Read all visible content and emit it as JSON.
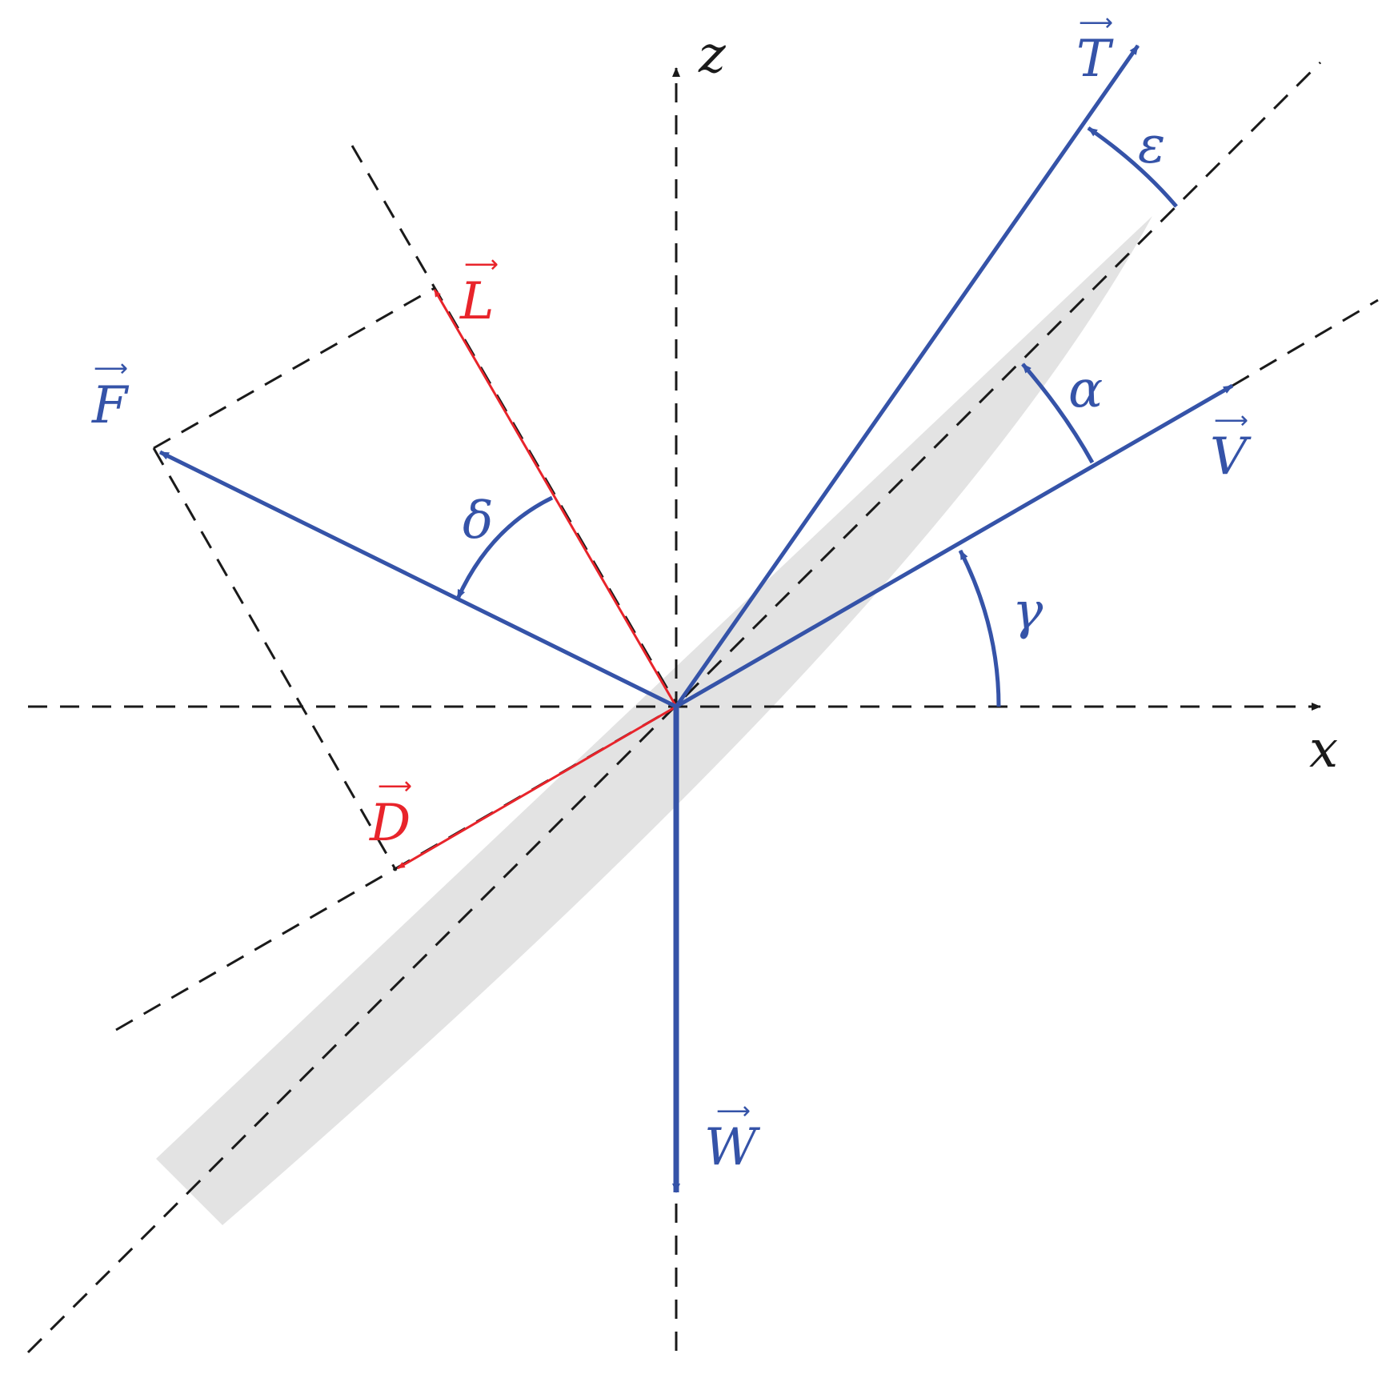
{
  "colors": {
    "blue": "#3553a8",
    "red": "#e8242b",
    "axis": "#1a1a1a",
    "body": "#e3e3e3"
  },
  "axes": {
    "x_label": "x",
    "z_label": "z"
  },
  "vectors": {
    "T": {
      "letter": "T",
      "color": "blue"
    },
    "V": {
      "letter": "V",
      "color": "blue"
    },
    "F": {
      "letter": "F",
      "color": "blue"
    },
    "W": {
      "letter": "W",
      "color": "blue"
    },
    "L": {
      "letter": "L",
      "color": "red"
    },
    "D": {
      "letter": "D",
      "color": "red"
    }
  },
  "angles": {
    "epsilon": "ε",
    "alpha": "α",
    "gamma": "γ",
    "delta": "δ"
  }
}
